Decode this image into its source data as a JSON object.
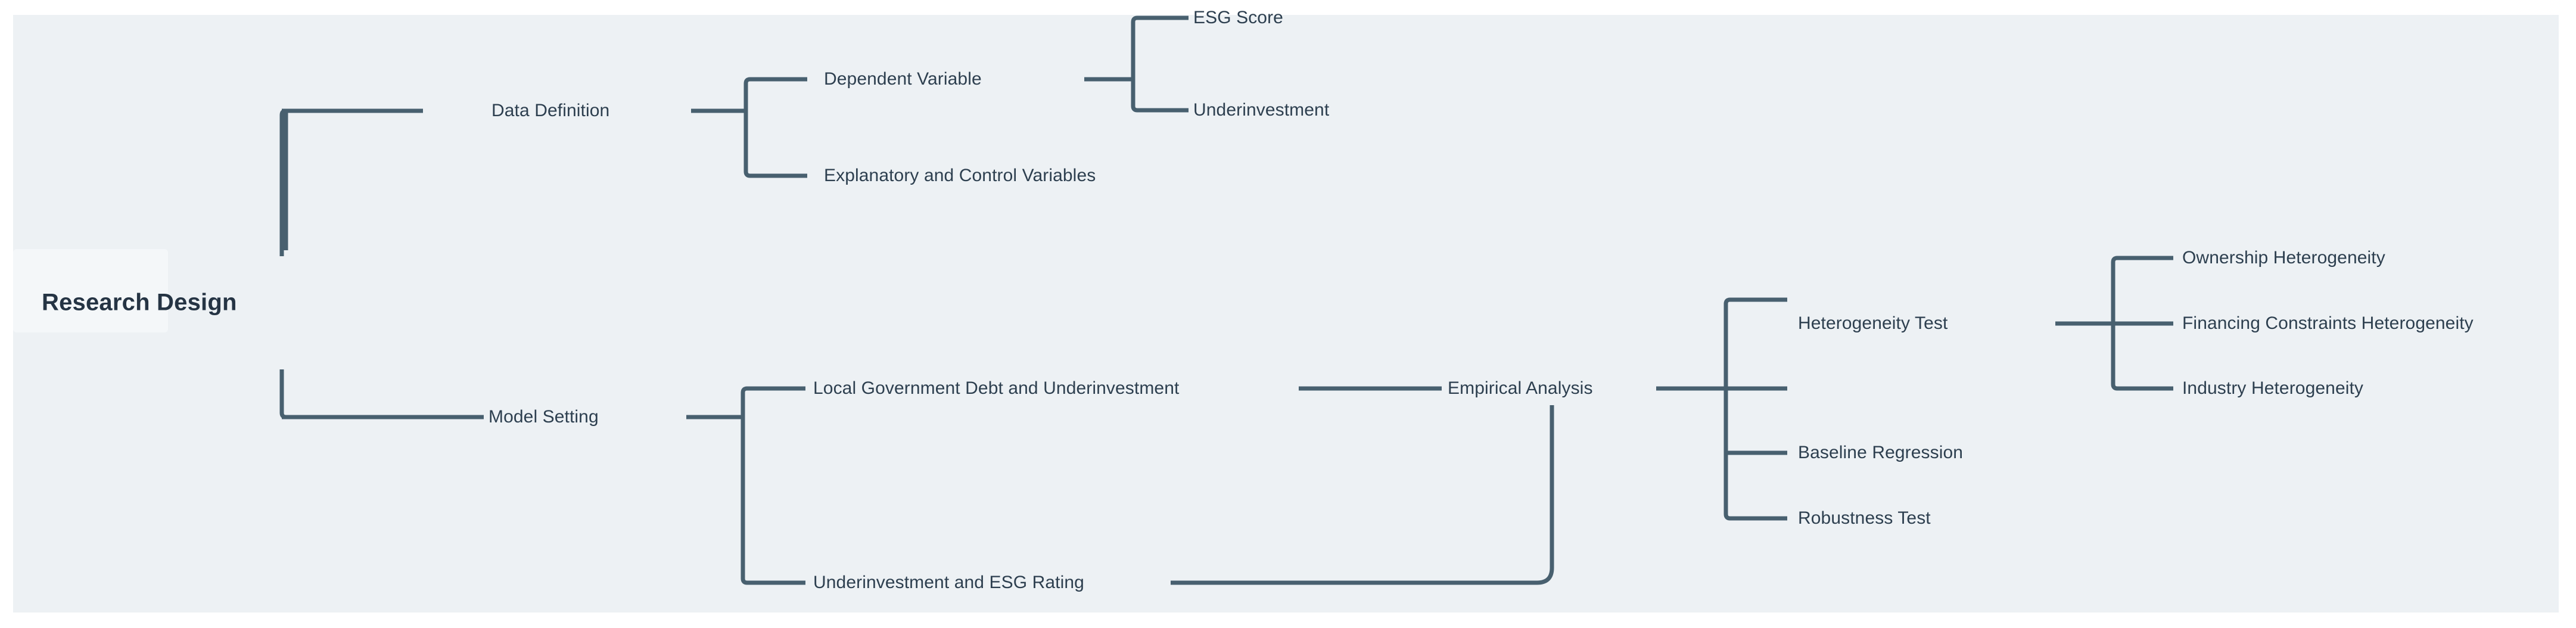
{
  "diagram": {
    "type": "mindmap",
    "title": "Research Design",
    "orientation": "left-to-right",
    "colors": {
      "page_background": "#ffffff",
      "canvas_background": "#edf1f4",
      "edge_stroke": "#48606f",
      "node_text": "#2d3f4f",
      "root_text": "#253444",
      "root_highlight": "#f4f7f9"
    },
    "root": {
      "label": "Research Design"
    },
    "nodes": {
      "data_definition": "Data Definition",
      "dependent_variable": "Dependent Variable",
      "esg_score": "ESG Score",
      "underinvestment": "Underinvestment",
      "explanatory_and_control_variables": "Explanatory and Control Variables",
      "model_setting": "Model Setting",
      "local_government_debt_and_underinvestment": "Local Government Debt and Underinvestment",
      "underinvestment_and_esg_rating": "Underinvestment and ESG Rating",
      "empirical_analysis": "Empirical Analysis",
      "heterogeneity_test": "Heterogeneity Test",
      "ownership_heterogeneity": "Ownership Heterogeneity",
      "financing_constraints_heterogeneity": "Financing Constraints Heterogeneity",
      "industry_heterogeneity": "Industry Heterogeneity",
      "baseline_regression": "Baseline Regression",
      "robustness_test": "Robustness Test"
    },
    "tree": [
      {
        "label": "Data Definition",
        "children": [
          {
            "label": "Dependent Variable",
            "children": [
              {
                "label": "ESG Score"
              },
              {
                "label": "Underinvestment"
              }
            ]
          },
          {
            "label": "Explanatory and Control Variables"
          }
        ]
      },
      {
        "label": "Model Setting",
        "children": [
          {
            "label": "Local Government Debt and Underinvestment"
          },
          {
            "label": "Underinvestment and ESG Rating"
          }
        ]
      },
      {
        "label": "Empirical Analysis",
        "children": [
          {
            "label": "Heterogeneity Test",
            "children": [
              {
                "label": "Ownership Heterogeneity"
              },
              {
                "label": "Financing Constraints Heterogeneity"
              },
              {
                "label": "Industry Heterogeneity"
              }
            ]
          },
          {
            "label": "Baseline Regression"
          },
          {
            "label": "Robustness Test"
          }
        ]
      }
    ]
  }
}
